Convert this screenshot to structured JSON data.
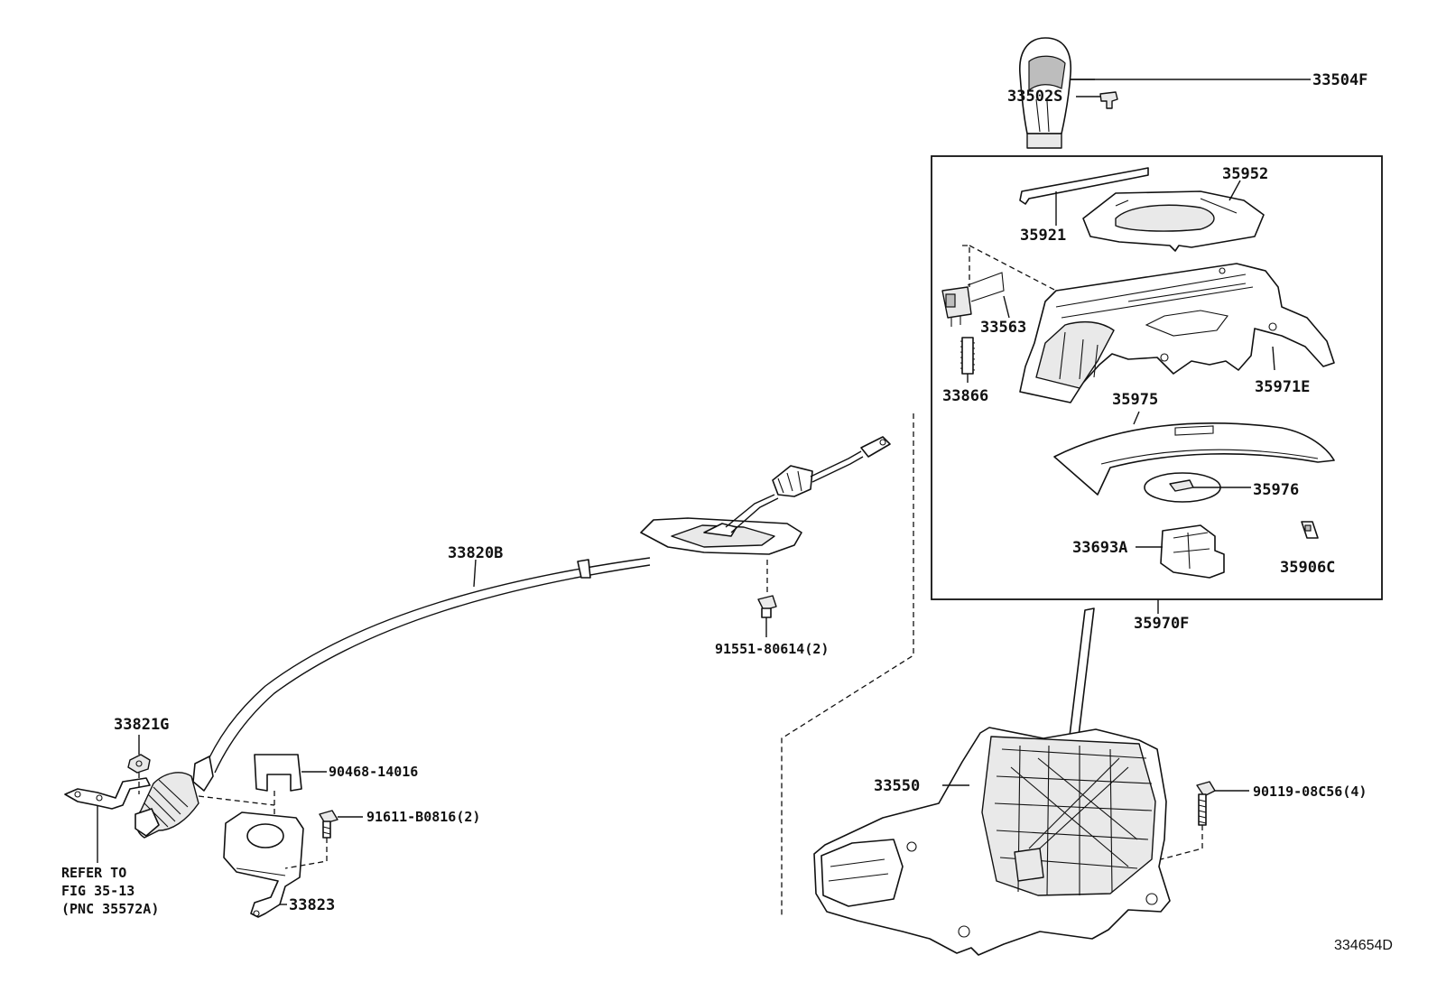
{
  "labels": {
    "p33504F": "33504F",
    "p33502S": "33502S",
    "p35952": "35952",
    "p35921": "35921",
    "p33563": "33563",
    "p33866": "33866",
    "p35971E": "35971E",
    "p35975": "35975",
    "p35976": "35976",
    "p33693A": "33693A",
    "p35906C": "35906C",
    "p35970F": "35970F",
    "p33820B": "33820B",
    "p91551": "91551-80614(2)",
    "p33821G": "33821G",
    "p90468": "90468-14016",
    "p91611": "91611-B0816(2)",
    "p33823": "33823",
    "p33550": "33550",
    "p90119": "90119-08C56(4)"
  },
  "refer": {
    "line1": "REFER TO",
    "line2": "FIG 35-13",
    "line3": "(PNC 35572A)"
  },
  "diagram_id": "334654D"
}
